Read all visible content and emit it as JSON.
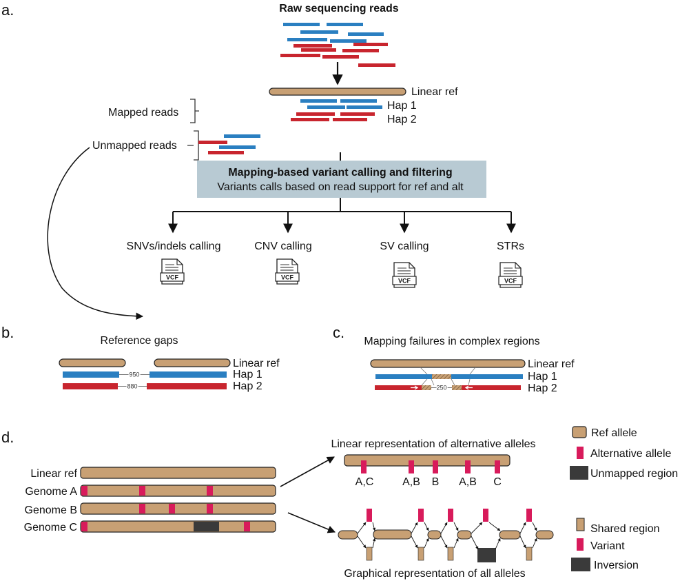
{
  "colors": {
    "ref": "#c8a074",
    "hap1": "#2a7fc1",
    "hap2": "#c8252e",
    "variant": "#d81b5b",
    "unmapped": "#3a3a3a",
    "box": "#b8cad3"
  },
  "panel_a": {
    "label": "a.",
    "title": "Raw sequencing reads",
    "linear_ref": "Linear ref",
    "hap1": "Hap 1",
    "hap2": "Hap 2",
    "mapped_reads": "Mapped reads",
    "unmapped_reads": "Unmapped reads",
    "box_title": "Mapping-based variant calling and filtering",
    "box_subtitle": "Variants calls based on read support for ref and alt",
    "outputs": [
      {
        "label": "SNVs/indels calling",
        "icon_text": "VCF"
      },
      {
        "label": "CNV calling",
        "icon_text": "VCF"
      },
      {
        "label": "SV calling",
        "icon_text": "VCF"
      },
      {
        "label": "STRs",
        "icon_text": "VCF"
      }
    ]
  },
  "panel_b": {
    "label": "b.",
    "title": "Reference gaps",
    "linear_ref": "Linear ref",
    "hap1": "Hap 1",
    "hap2": "Hap 2",
    "gap1": "950",
    "gap2": "880"
  },
  "panel_c": {
    "label": "c.",
    "title": "Mapping failures in complex regions",
    "linear_ref": "Linear ref",
    "hap1": "Hap 1",
    "hap2": "Hap 2",
    "gap": "250"
  },
  "panel_d": {
    "label": "d.",
    "genomes": [
      "Linear ref",
      "Genome A",
      "Genome B",
      "Genome C"
    ],
    "linear_title": "Linear representation of alternative alleles",
    "allele_labels": [
      "A,C",
      "A,B",
      "B",
      "A,B",
      "C"
    ],
    "graph_title": "Graphical representation of all alleles",
    "legend1": [
      "Ref allele",
      "Alternative allele",
      "Unmapped region"
    ],
    "legend2": [
      "Shared region",
      "Variant",
      "Inversion"
    ]
  }
}
